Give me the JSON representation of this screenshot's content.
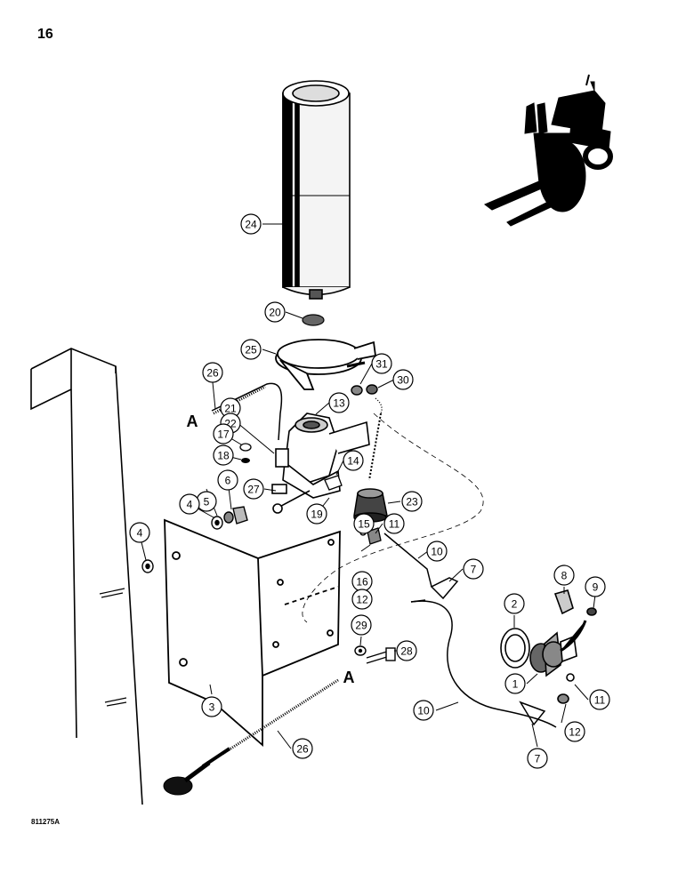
{
  "page": {
    "number": "16",
    "figure_code": "811275A"
  },
  "section_marker": "A",
  "callouts": [
    "24",
    "20",
    "25",
    "26",
    "31",
    "30",
    "21",
    "22",
    "13",
    "17",
    "18",
    "14",
    "27",
    "23",
    "5",
    "6",
    "19",
    "4",
    "15",
    "11",
    "10",
    "7",
    "16",
    "12",
    "8",
    "9",
    "2",
    "29",
    "28",
    "1",
    "3",
    "11",
    "10",
    "12",
    "26",
    "7",
    "4"
  ]
}
